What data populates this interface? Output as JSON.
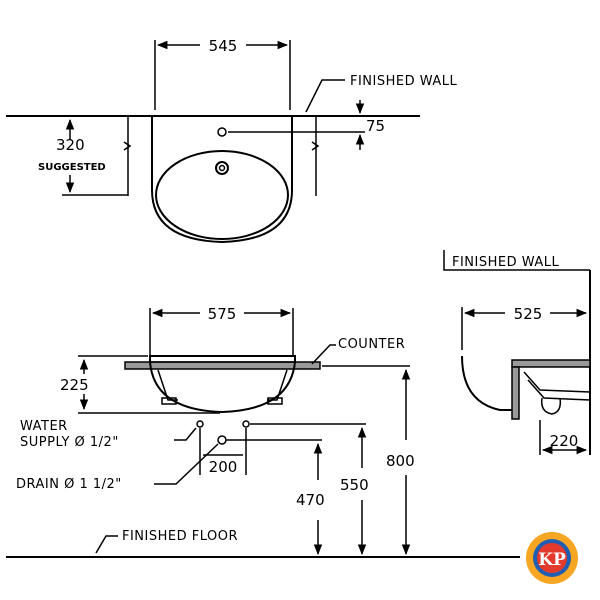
{
  "top_view": {
    "width_dim": "545",
    "finished_wall": "FINISHED  WALL",
    "tap_offset_dim": "75",
    "depth_dim": "320",
    "suggested": "SUGGESTED"
  },
  "front_view": {
    "width_dim": "575",
    "counter": "COUNTER",
    "bowl_depth_dim": "225",
    "water_supply": "WATER\nSUPPLY  Ø 1/2\"",
    "water_supply_line1": "WATER",
    "water_supply_line2": "SUPPLY  Ø 1/2\"",
    "drain": "DRAIN  Ø 1 1/2\"",
    "spacing_dim": "200",
    "drain_height_dim": "470",
    "supply_height_dim": "550",
    "counter_height_dim": "800",
    "finished_floor": "FINISHED  FLOOR"
  },
  "side_view": {
    "finished_wall": "FINISHED  WALL",
    "width_dim": "525",
    "trap_dim": "220"
  },
  "logo": {
    "text": "KP",
    "colors": {
      "outer": "#f6a623",
      "inner": "#e23b2e",
      "ring": "#1e5fb4"
    }
  }
}
